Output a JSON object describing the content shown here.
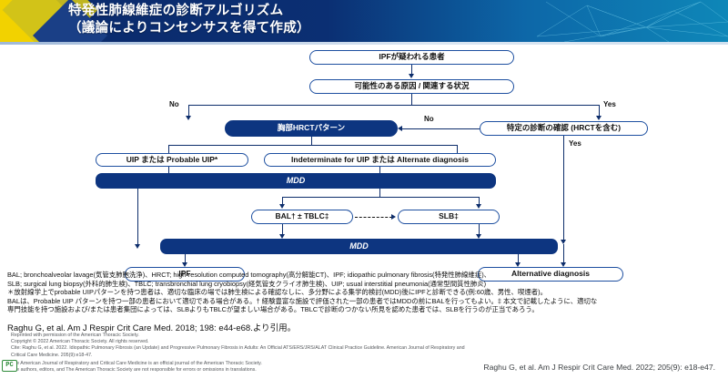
{
  "header": {
    "title": "特発性肺線維症の診断アルゴリズム\n（議論によりコンセンサスを得て作成）"
  },
  "flowchart": {
    "nodes": [
      {
        "id": "suspected",
        "label": "IPFが疑われる患者"
      },
      {
        "id": "causes",
        "label": "可能性のある原因 / 関連する状況"
      },
      {
        "id": "hrct",
        "label": "胸部HRCTパターン"
      },
      {
        "id": "confirm",
        "label": "特定の診断の確認 (HRCTを含む)"
      },
      {
        "id": "uip",
        "label": "UIP または Probable UIP*"
      },
      {
        "id": "indeterminate",
        "label": "Indeterminate for UIP または Alternate diagnosis"
      },
      {
        "id": "mdd1",
        "label": "MDD"
      },
      {
        "id": "bal",
        "label": "BAL† ± TBLC‡"
      },
      {
        "id": "slb",
        "label": "SLB‡"
      },
      {
        "id": "mdd2",
        "label": "MDD"
      },
      {
        "id": "ipf",
        "label": "IPF"
      },
      {
        "id": "alternate",
        "label": "Alternative diagnosis"
      }
    ],
    "edge_labels": {
      "no_left": "No",
      "yes_right": "Yes",
      "no_mid": "No",
      "yes_down": "Yes"
    }
  },
  "notes": {
    "line1": "BAL; bronchoalveolar lavage(気管支肺胞洗浄)、HRCT; high-resolution computed tomography(高分解能CT)、IPF; idiopathic pulmonary fibrosis(特発性肺線維症)、",
    "line2": "SLB; surgical lung biopsy(外科的肺生検)、TBLC; transbronchial lung cryobiopsy(経気管支クライオ肺生検)、UIP; usual interstitial pneumonia(通常型間質性肺炎)",
    "line3": "＊放射線学上でprobable UIPパターンを持つ患者は、適切な臨床の場では肺生検による確認なしに、多分野による集学的検討(MDD)後にIPFと診断できる(例:60歳、男性、喫煙者)。",
    "line4": "BALは、Probable UIP パターンを持つ一部の患者において適切である場合がある。† 経験豊富な施設で評価された一部の患者ではMDDの前にBALを行ってもよい。‡ 本文で記載したように、適切な",
    "line5": "専門技能を持つ施設および/または患者集団によっては、SLBよりもTBLCが望ましい場合がある。TBLCで診断のつかない所見を認めた患者では、SLBを行うのが正当であろう。"
  },
  "citations": {
    "main": "Raghu G, et al. Am J Respir Crit Care Med. 2018; 198: e44-e68.より引用。",
    "fine1": "Reprinted with permission of the American Thoracic Society.",
    "fine2": "Copyright © 2022 American Thoracic Society. All rights reserved.",
    "fine3": "Cite: Raghu G, et al. 2022. Idiopathic Pulmonary Fibrosis (an Update) and Progressive Pulmonary Fibrosis in Adults: An Official ATS/ERS/JRS/ALAT Clinical Practice Guideline. American Journal of Respiratory and",
    "fine4": "Critical Care Medicine. 205(9):e18-47.",
    "fine5": "The American Journal of Respiratory and Critical Care Medicine is an official journal of the American Thoracic Society.",
    "fine6": "The authors, editors, and The American Thoracic Society are not responsible for errors or omissions in translations.",
    "badge": "PC",
    "bottom": "Raghu G, et al. Am J Respir Crit Care Med. 2022; 205(9): e18-e47."
  },
  "colors": {
    "header_navy": "#0b2a6b",
    "header_teal": "#0e87b8",
    "accent_yellow": "#f2d200",
    "node_dark": "#0d3580",
    "node_border": "#1d4fa0",
    "line": "#0d2d6b"
  }
}
